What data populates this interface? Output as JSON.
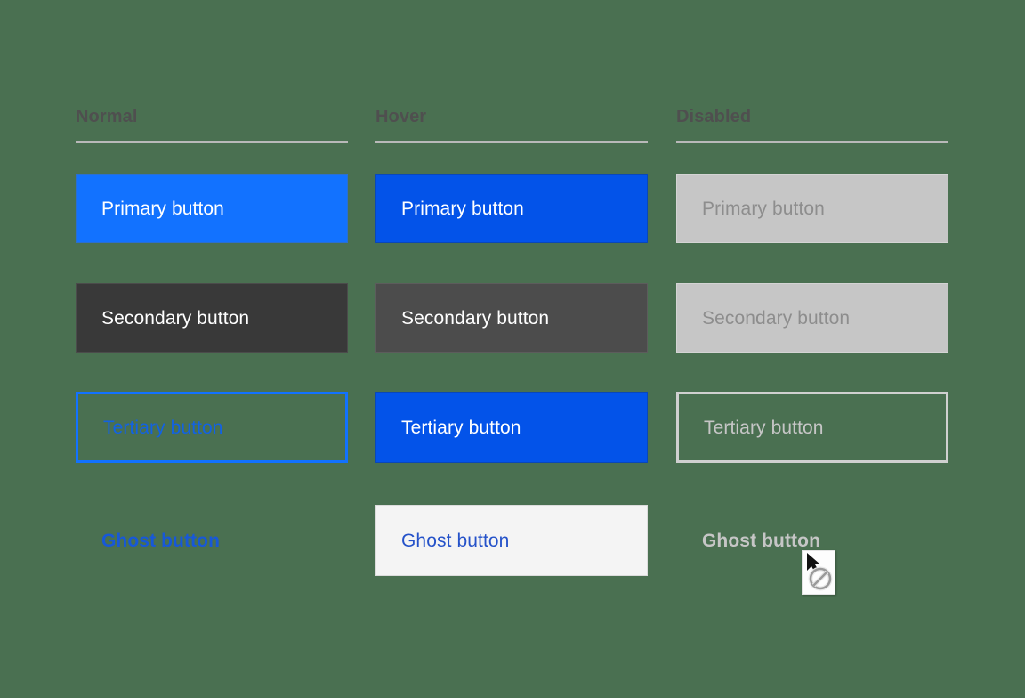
{
  "background_color": "#4a7051",
  "columns": [
    {
      "id": "normal",
      "header": "Normal",
      "buttons": [
        {
          "type": "primary",
          "label": "Primary button"
        },
        {
          "type": "secondary",
          "label": "Secondary button"
        },
        {
          "type": "tertiary",
          "label": "Tertiary button"
        },
        {
          "type": "ghost",
          "label": "Ghost button"
        }
      ]
    },
    {
      "id": "hover",
      "header": "Hover",
      "buttons": [
        {
          "type": "primary",
          "label": "Primary button"
        },
        {
          "type": "secondary",
          "label": "Secondary button"
        },
        {
          "type": "tertiary",
          "label": "Tertiary button"
        },
        {
          "type": "ghost",
          "label": "Ghost button"
        }
      ]
    },
    {
      "id": "disabled",
      "header": "Disabled",
      "buttons": [
        {
          "type": "primary",
          "label": "Primary button"
        },
        {
          "type": "secondary",
          "label": "Secondary button"
        },
        {
          "type": "tertiary",
          "label": "Tertiary button"
        },
        {
          "type": "ghost",
          "label": "Ghost button"
        }
      ]
    }
  ],
  "colors": {
    "primary_normal_bg": "#1272ff",
    "primary_hover_bg": "#0353e9",
    "disabled_bg": "#c6c6c6",
    "disabled_text": "#8d8d8d",
    "secondary_normal_bg": "#393939",
    "secondary_hover_bg": "#4c4c4c",
    "tertiary_border": "#1272ff",
    "tertiary_text": "#1262e3",
    "tertiary_disabled": "#c6c6c6",
    "ghost_text": "#1758d8",
    "ghost_hover_bg": "#f4f4f4",
    "header_text": "#4f4f4f",
    "rule": "#ededed"
  },
  "cursor": {
    "name": "no-drop-cursor",
    "state": "not-allowed"
  }
}
